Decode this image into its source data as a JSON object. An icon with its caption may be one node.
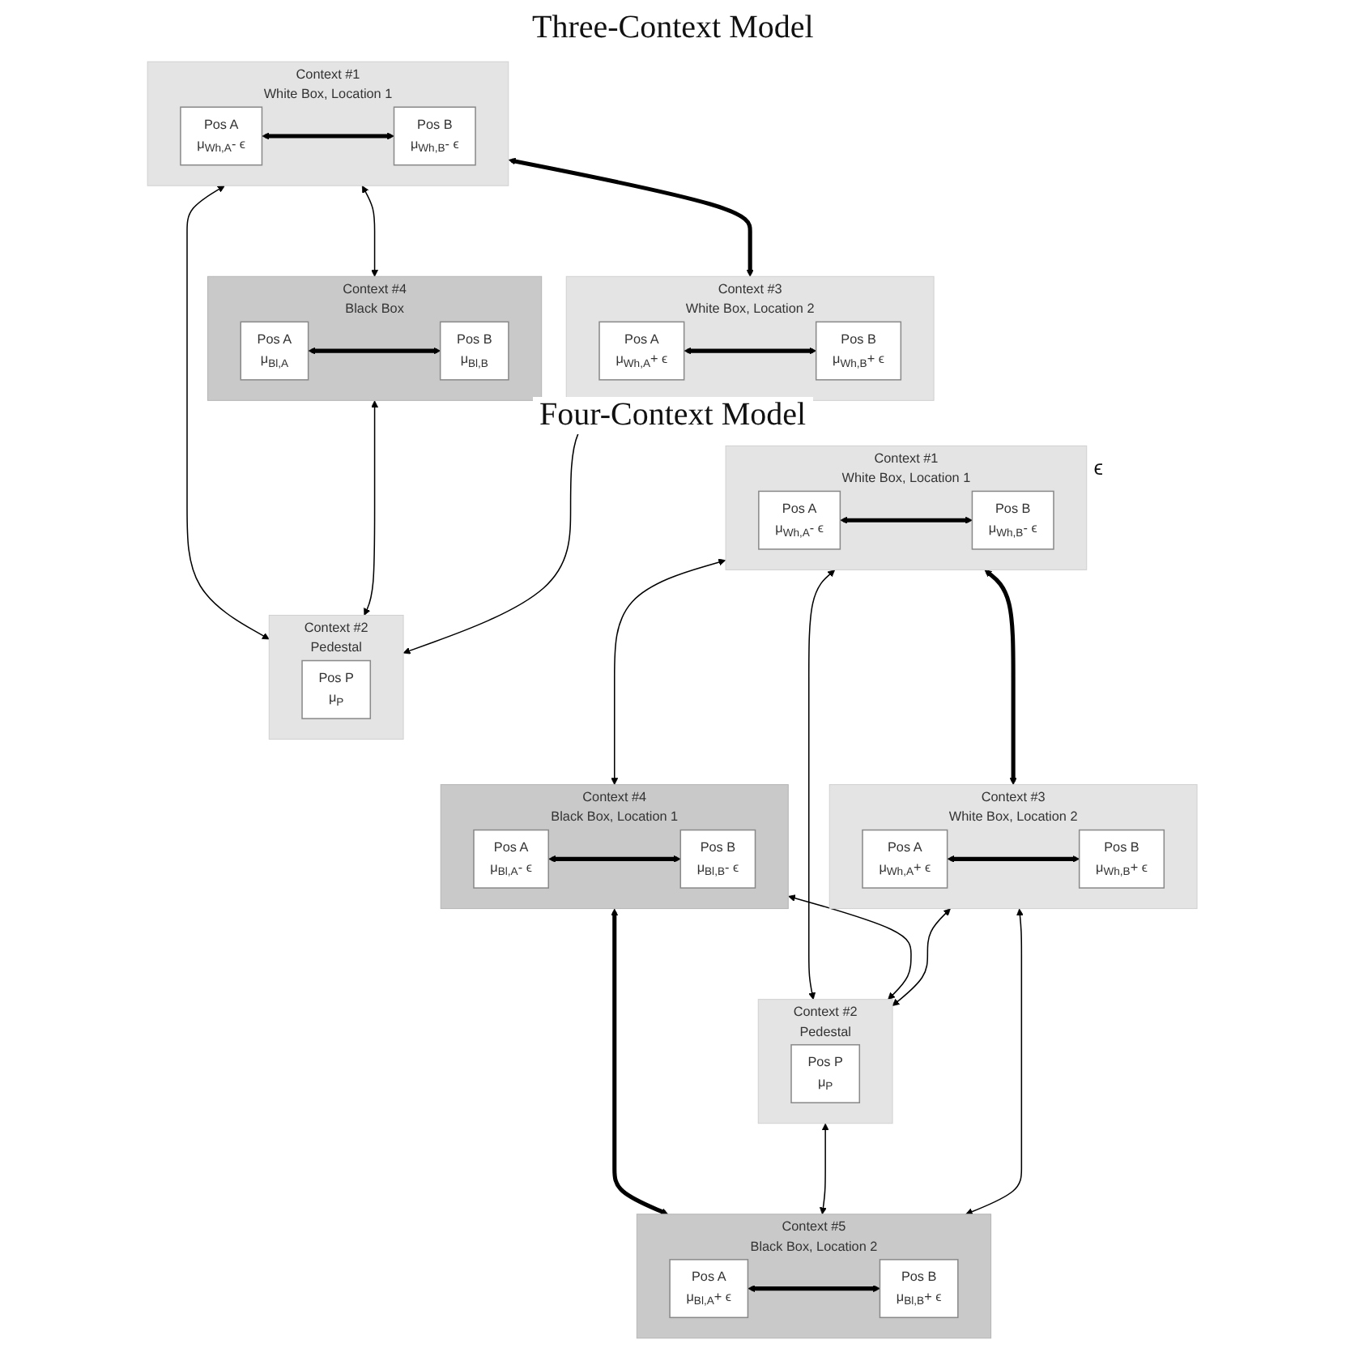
{
  "diagram": {
    "nodes": [
      {
        "text": [
          "Context #1",
          "White Box, Location 1"
        ]
      },
      {
        "text": [
          "Pos A",
          "μ$_{Wh,A}$- ϵ"
        ],
        "in": 0
      },
      {
        "text": [
          "Pos B",
          "μ$_{Wh,B}$- ϵ"
        ],
        "in": 0
      },
      {
        "text": [
          "Context #4",
          "Black Box"
        ]
      },
      {
        "text": [
          "Pos A",
          "μ$_{Bl,A}$"
        ],
        "in": 3
      },
      {
        "text": [
          "Pos B",
          "μ$_{Bl,B}$"
        ],
        "in": 3
      },
      {
        "text": [
          "Context #2",
          "Pedestal"
        ]
      },
      {
        "text": [
          "Pos P",
          "μ$_{P}$"
        ],
        "in": 6
      },
      {
        "text": [
          "Context #3",
          "White Box, Location 2"
        ]
      },
      {
        "text": [
          "Pos A",
          "μ$_{Wh,A}$+ ϵ"
        ],
        "in": 8
      },
      {
        "text": [
          "Pos B",
          "μ$_{Wh,B}$+ ϵ"
        ],
        "in": 8
      },
      {
        "text": [
          "Context #1",
          "White Box, Location 1"
        ]
      },
      {
        "text": [
          "Pos A",
          "μ$_{Wh,A}$- ϵ"
        ],
        "in": 11
      },
      {
        "text": [
          "Pos B",
          "μ$_{Wh,B}$- ϵ"
        ],
        "in": 11
      },
      {
        "text": [
          "Context #4",
          "Black Box, Location 1"
        ]
      },
      {
        "text": [
          "Pos A",
          "μ$_{Bl,A}$- ϵ"
        ],
        "in": 14
      },
      {
        "text": [
          "Pos B",
          "μ$_{Bl,B}$- ϵ"
        ],
        "in": 14
      },
      {
        "text": [
          "Context #2",
          "Pedestal"
        ]
      },
      {
        "text": [
          "Pos P",
          "μ$_{P}$"
        ],
        "in": 17
      },
      {
        "text": [
          "Context #3",
          "White Box, Location 2"
        ]
      },
      {
        "text": [
          "Pos A",
          "μ$_{Wh,A}$+ ϵ"
        ],
        "in": 19
      },
      {
        "text": [
          "Pos B",
          "μ$_{Wh,B}$+ ϵ"
        ],
        "in": 19
      },
      {
        "text": [
          "Context #5",
          "Black Box, Location 2"
        ]
      },
      {
        "text": [
          "Pos A",
          "μ$_{Bl,A}$+ ϵ"
        ],
        "in": 22
      },
      {
        "text": [
          "Pos B",
          "μ$_{Bl,B}$+ ϵ"
        ],
        "in": 22
      }
    ],
    "edges": [
      {
        "from": 0,
        "to": 3,
        "arrow": "both"
      },
      {
        "from": 0,
        "to": 6,
        "arrow": "both"
      },
      {
        "from": 3,
        "to": 6,
        "arrow": "both"
      },
      {
        "from": 1,
        "to": 2,
        "arrow": "both",
        "style": "thick"
      },
      {
        "from": 4,
        "to": 5,
        "arrow": "both",
        "style": "thick"
      },
      {
        "from": 0,
        "to": 8,
        "arrow": "both",
        "style": "thick"
      },
      {
        "from": 8,
        "to": 6,
        "arrow": "both"
      },
      {
        "from": 9,
        "to": 10,
        "arrow": "both",
        "style": "thick"
      },
      {
        "from": 11,
        "to": 14,
        "arrow": "both"
      },
      {
        "from": 11,
        "to": 17,
        "arrow": "both"
      },
      {
        "from": 14,
        "to": 17,
        "arrow": "both"
      },
      {
        "from": 12,
        "to": 13,
        "arrow": "both",
        "style": "thick"
      },
      {
        "from": 15,
        "to": 16,
        "arrow": "both",
        "style": "thick"
      },
      {
        "from": 11,
        "to": 19,
        "arrow": "both",
        "style": "thick"
      },
      {
        "from": 14,
        "to": 22,
        "arrow": "both",
        "style": "thick"
      },
      {
        "from": 19,
        "to": 17,
        "arrow": "both"
      },
      {
        "from": 17,
        "to": 22,
        "arrow": "both"
      },
      {
        "from": 20,
        "to": 21,
        "arrow": "both",
        "style": "thick"
      },
      {
        "from": 23,
        "to": 24,
        "arrow": "both",
        "style": "thick"
      },
      {
        "from": 19,
        "to": 22,
        "arrow": "both"
      }
    ],
    "labels": [
      "Three-Context Model",
      "Four-Context Model",
      "ϵ"
    ]
  }
}
